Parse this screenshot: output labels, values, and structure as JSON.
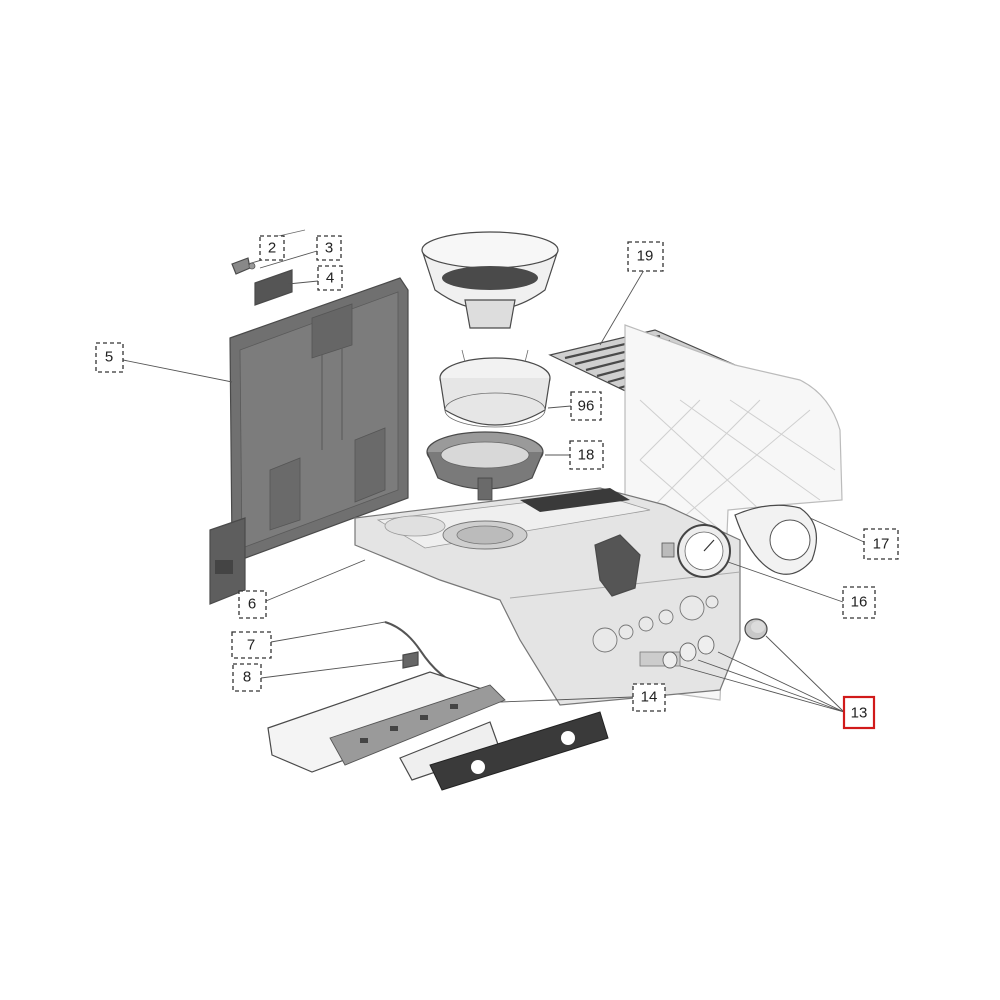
{
  "colors": {
    "highlight": "#d11a1a",
    "box_border": "#333333",
    "panel_dark": "#6e6e6e",
    "body_light": "#e4e4e4"
  },
  "callouts": [
    {
      "id": "c2",
      "label": "2"
    },
    {
      "id": "c3",
      "label": "3"
    },
    {
      "id": "c4",
      "label": "4"
    },
    {
      "id": "c5",
      "label": "5"
    },
    {
      "id": "c19",
      "label": "19"
    },
    {
      "id": "c96",
      "label": "96"
    },
    {
      "id": "c18",
      "label": "18"
    },
    {
      "id": "c17",
      "label": "17"
    },
    {
      "id": "c16",
      "label": "16"
    },
    {
      "id": "c6",
      "label": "6"
    },
    {
      "id": "c7",
      "label": "7"
    },
    {
      "id": "c8",
      "label": "8"
    },
    {
      "id": "c14",
      "label": "14"
    },
    {
      "id": "c13",
      "label": "13",
      "highlighted": true
    }
  ]
}
